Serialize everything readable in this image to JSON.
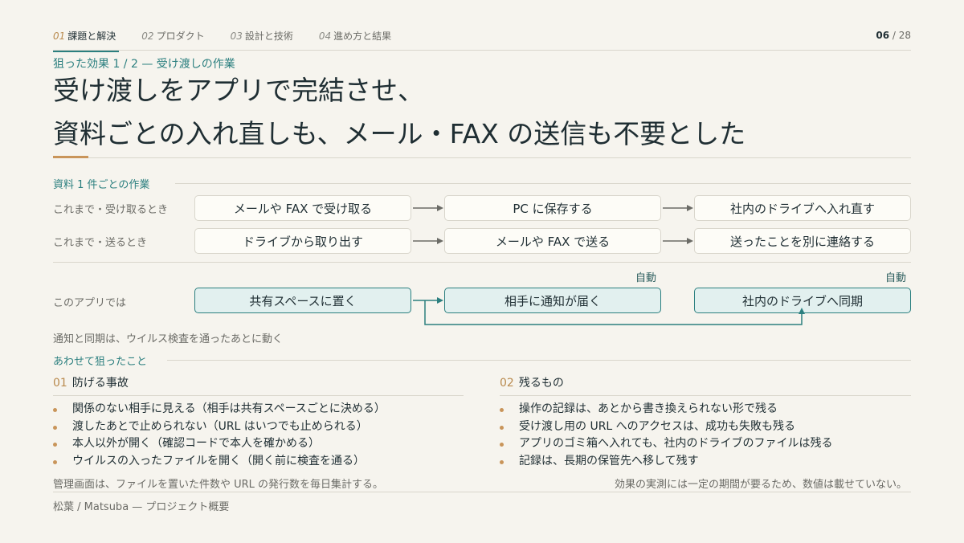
{
  "nav": {
    "items": [
      {
        "num": "01",
        "label": "課題と解決"
      },
      {
        "num": "02",
        "label": "プロダクト"
      },
      {
        "num": "03",
        "label": "設計と技術"
      },
      {
        "num": "04",
        "label": "進め方と結果"
      }
    ],
    "page_current": "06",
    "page_sep": " / ",
    "page_total": "28"
  },
  "kicker": "狙った効果 1 / 2 — 受け渡しの作業",
  "title": {
    "line1": "受け渡しをアプリで完結させ、",
    "line2": "資料ごとの入れ直しも、メール・FAX の送信も不要とした"
  },
  "flow": {
    "section_label": "資料 1 件ごとの作業",
    "rows": [
      {
        "label": "これまで・受け取るとき",
        "steps": [
          "メールや FAX で受け取る",
          "PC に保存する",
          "社内のドライブへ入れ直す"
        ]
      },
      {
        "label": "これまで・送るとき",
        "steps": [
          "ドライブから取り出す",
          "メールや FAX で送る",
          "送ったことを別に連絡する"
        ]
      }
    ],
    "app_row": {
      "label": "このアプリでは",
      "steps": [
        "共有スペースに置く",
        "相手に通知が届く",
        "社内のドライブへ同期"
      ],
      "auto_labels": [
        "自動",
        "自動"
      ]
    },
    "note": "通知と同期は、ウイルス検査を通ったあとに動く"
  },
  "aims": {
    "section_label": "あわせて狙ったこと",
    "left": {
      "num": "01",
      "heading": "防げる事故",
      "items": [
        "関係のない相手に見える（相手は共有スペースごとに決める）",
        "渡したあとで止められない（URL はいつでも止められる）",
        "本人以外が開く（確認コードで本人を確かめる）",
        "ウイルスの入ったファイルを開く（開く前に検査を通る）"
      ],
      "note": "管理画面は、ファイルを置いた件数や URL の発行数を毎日集計する。"
    },
    "right": {
      "num": "02",
      "heading": "残るもの",
      "items": [
        "操作の記録は、あとから書き換えられない形で残る",
        "受け渡し用の URL へのアクセスは、成功も失敗も残る",
        "アプリのゴミ箱へ入れても、社内のドライブのファイルは残る",
        "記録は、長期の保管先へ移して残す"
      ],
      "note": "効果の実測には一定の期間が要るため、数値は載せていない。"
    }
  },
  "footer": "松葉 / Matsuba — プロジェクト概要",
  "colors": {
    "accent_teal": "#2b7f7f",
    "accent_gold": "#c9955a",
    "background": "#f6f4ee"
  }
}
